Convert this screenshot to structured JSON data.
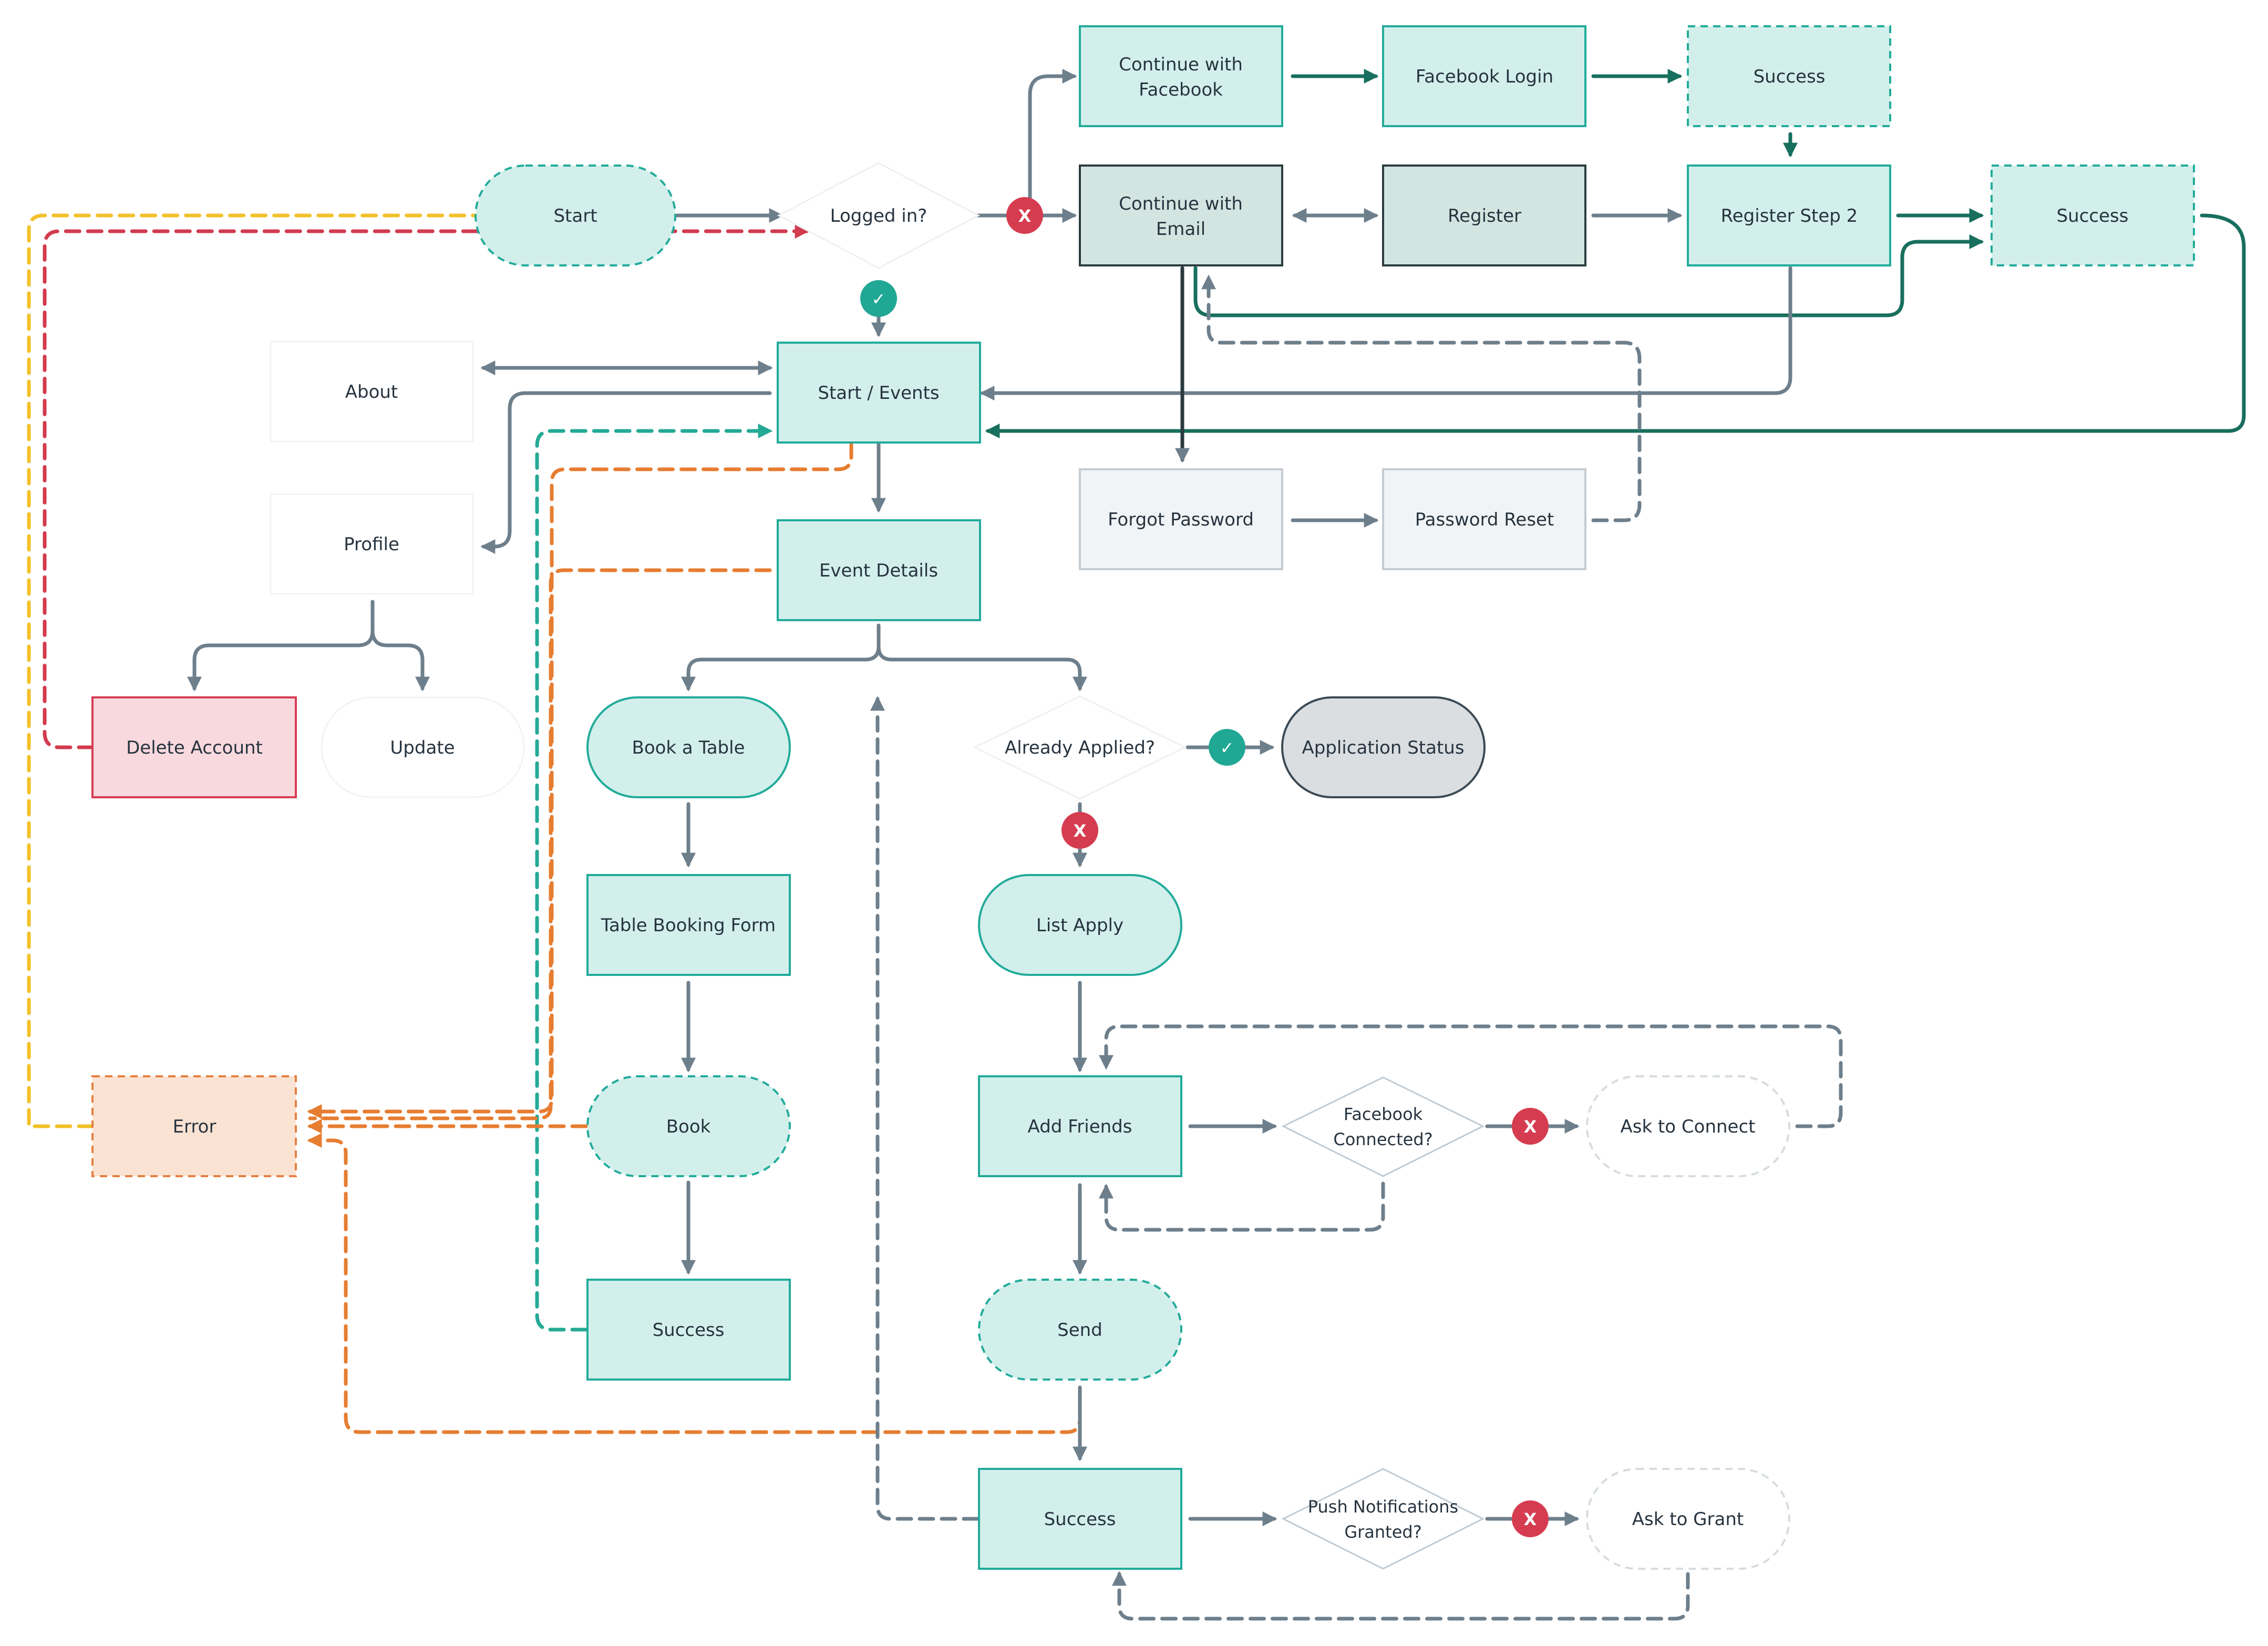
{
  "colors": {
    "node_fill": "#d3efec",
    "node_stroke": "#22ab9a",
    "dark_fill": "#d2e5e0",
    "dark_stroke": "#2b3b40",
    "grey_fill": "#f1f4f6",
    "grey_stroke": "#c4ccd2",
    "error_fill": "#fbe3d3",
    "error_stroke": "#e58040",
    "danger_fill": "#f8d9dd",
    "danger_stroke": "#d63d55",
    "status_fill": "#dadee1",
    "status_stroke": "#3b4953",
    "edge_grey": "#6e7f8c",
    "edge_green": "#186f5d",
    "edge_teal_dash": "#25a997",
    "edge_orange_dash": "#e67d31",
    "edge_yellow_dash": "#f2c12a",
    "edge_red_dash": "#d23b4e",
    "badge_red": "#d63c4f",
    "badge_teal": "#21a894"
  },
  "nodes": {
    "start": "Start",
    "logged_in": "Logged in?",
    "continue_facebook": [
      "Continue with",
      "Facebook"
    ],
    "facebook_login": "Facebook Login",
    "success_facebook": "Success",
    "continue_email": [
      "Continue with",
      "Email"
    ],
    "register": "Register",
    "register_step2": "Register Step 2",
    "success_register": "Success",
    "about": "About",
    "start_events": "Start / Events",
    "profile": "Profile",
    "forgot_password": "Forgot Password",
    "password_reset": "Password Reset",
    "event_details": "Event Details",
    "delete_account": "Delete Account",
    "update": "Update",
    "book_table": "Book a Table",
    "already_applied": "Already Applied?",
    "application_status": "Application Status",
    "table_booking_form": "Table Booking Form",
    "list_apply": "List Apply",
    "error": "Error",
    "book": "Book",
    "add_friends": "Add Friends",
    "facebook_connected": [
      "Facebook",
      "Connected?"
    ],
    "ask_to_connect": "Ask to Connect",
    "success_booking": "Success",
    "send": "Send",
    "success_send": "Success",
    "push_granted": [
      "Push Notifications",
      "Granted?"
    ],
    "ask_to_grant": "Ask to Grant"
  },
  "badges": {
    "yes": "✓",
    "no": "X"
  }
}
